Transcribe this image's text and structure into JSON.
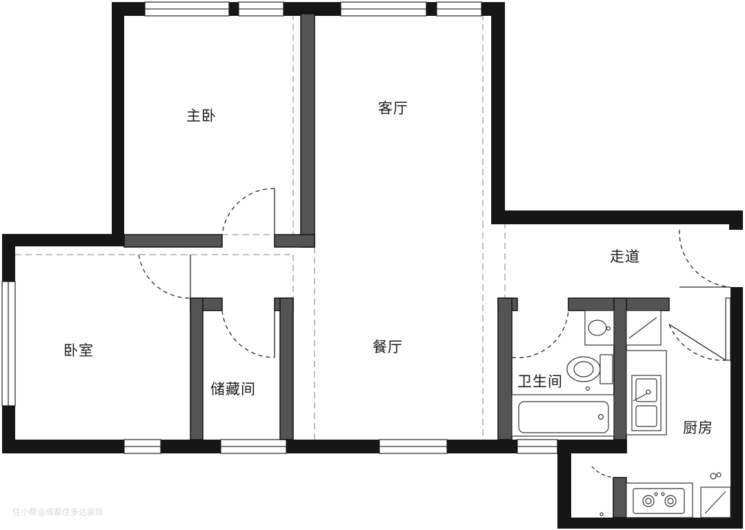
{
  "rooms": {
    "master_bedroom": "主卧",
    "living_room": "客厅",
    "corridor": "走道",
    "bedroom": "卧室",
    "dining_room": "餐厅",
    "storage": "储藏间",
    "bathroom": "卫生间",
    "kitchen": "厨房"
  },
  "watermark": "住小帮@成都住多达装饰",
  "colors": {
    "wall": "#161616",
    "partition": "#545454",
    "line": "#333333",
    "dashed": "#9a9a9a"
  }
}
